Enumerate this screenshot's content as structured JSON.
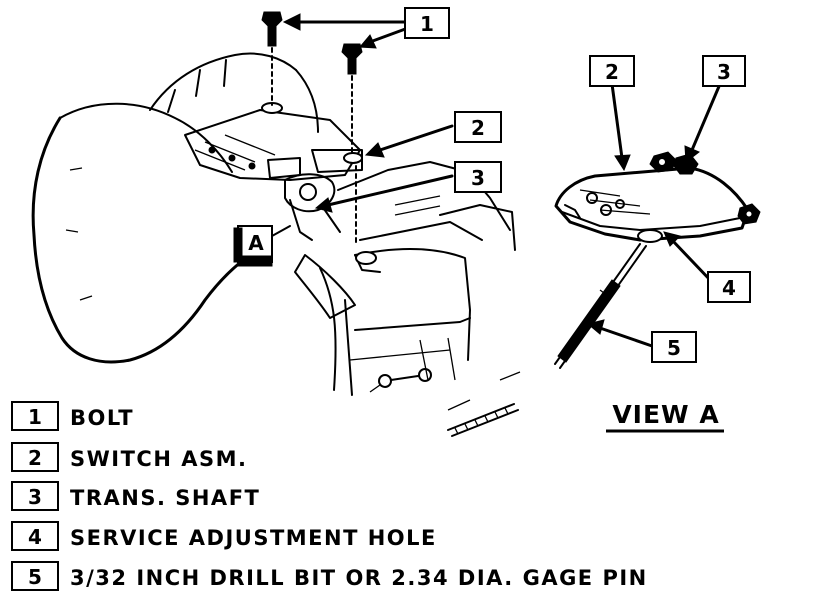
{
  "callouts": {
    "c1": "1",
    "c2": "2",
    "c3": "3",
    "c4": "4",
    "c5": "5",
    "view_marker": "A"
  },
  "view_label": "VIEW A",
  "legend": [
    {
      "num": "1",
      "text": "BOLT"
    },
    {
      "num": "2",
      "text": "SWITCH ASM."
    },
    {
      "num": "3",
      "text": "TRANS. SHAFT"
    },
    {
      "num": "4",
      "text": "SERVICE ADJUSTMENT HOLE"
    },
    {
      "num": "5",
      "text": "3/32 INCH DRILL BIT OR 2.34 DIA. GAGE PIN"
    }
  ]
}
